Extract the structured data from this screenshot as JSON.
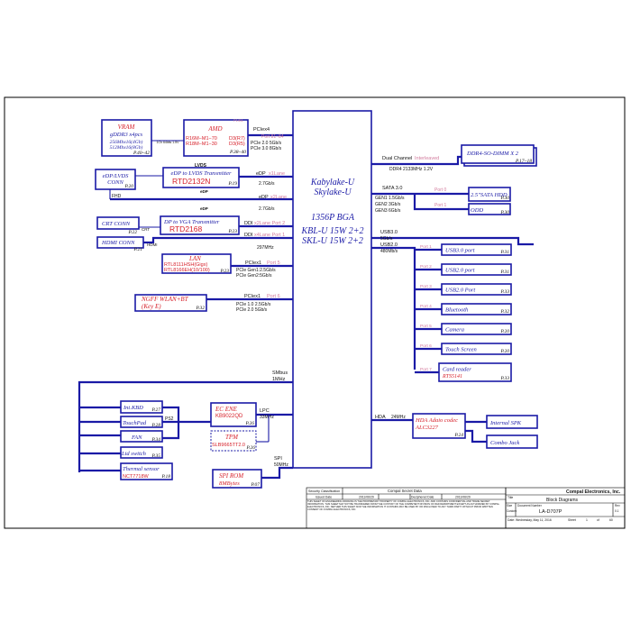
{
  "colors": {
    "line": "#1a1aa6",
    "title": "#1a1aa6",
    "part": "#d6202a",
    "port": "#d27b9d",
    "label": "#111111"
  },
  "cpu": {
    "title1": "Kabylake-U",
    "title2": "Skylake-U",
    "pkg": "1356P BGA",
    "sku1": "KBL-U 15W 2+2",
    "sku2": "SKL-U 15W 2+2"
  },
  "vram": {
    "title": "VRAM",
    "line2": "gDDR3 x4pcs",
    "line3": "256Mbx16(4Gb)",
    "line4": "512Mbx16(8Gb)",
    "page": "P.40~42"
  },
  "gpu": {
    "title": "AMD",
    "chip1": "R16M−M1−70",
    "chip2": "R18M−M1−30",
    "d1": "D3(R7)",
    "d2": "D3(R5)",
    "page": "P.38~40",
    "bw": "1Ch 64bits 1.5V",
    "ref": "P1/B1"
  },
  "pcie_gpu": {
    "l1": "PCIex4",
    "l2": "Port 81~84",
    "l3": "PCIe 2.0 5Gb/s",
    "l4": "PCIe 3.0 8Gb/s"
  },
  "edp_lvds": {
    "label": "eDP/LVDS",
    "label2": "CONN",
    "page": "P.20"
  },
  "lvds_tx": {
    "title": "eDP to LVDS Transmitter",
    "part": "RTD2132N",
    "page": "P.19",
    "lvds_lbl": "LVDS",
    "edp_lbl": "eDP",
    "port": "x1Lane",
    "rate": "2.7Gb/s",
    "edp2": "eDP",
    "port2": "x2Lane"
  },
  "fhd": {
    "label": "FHD",
    "edp_lbl": "eDP",
    "rate": "2.7Gb/s"
  },
  "crt": {
    "label": "CRT CONN",
    "page": "P.22",
    "crt_lbl": "CRT"
  },
  "vga_tx": {
    "title": "DP to VGA Transmitter",
    "part": "RTD2168",
    "page": "P.23",
    "ddi": "DDI",
    "port": "x2Lane Port 2"
  },
  "hdmi": {
    "label": "HDMI CONN",
    "page": "P.21",
    "hdmi_lbl": "HDMI",
    "ddi": "DDI",
    "port": "x4Lane Port 1",
    "freq": "297MHz"
  },
  "lan": {
    "title": "LAN",
    "part1": "RTL8111HSH(Gigx)",
    "part2": "RTL8166EH(10/100)",
    "page": "P.23",
    "l1": "PCIex1",
    "port": "Port 5",
    "l2": "PCIe Gen1:2.5Gb/s",
    "l3": "PCIe Gen2:5Gb/s"
  },
  "wlan": {
    "title": "NGFF WLAN+BT",
    "sub": "(Key E)",
    "page": "P.32",
    "l1": "PCIex1",
    "port": "Port 6",
    "l2": "PCIe 1.0 2.5Gb/s",
    "l3": "PCIe 2.0 5Gb/s"
  },
  "smbus": {
    "l1": "SMbus",
    "l2": "1MHz"
  },
  "kbd": {
    "label": "Int.KBD",
    "page": "P.27"
  },
  "touchpad": {
    "label": "TouchPad",
    "page": "P.28",
    "ps2": "PS2"
  },
  "fan": {
    "label": "FAN",
    "page": "P.34"
  },
  "lid": {
    "label": "Lid switch",
    "page": "P.35"
  },
  "thermal": {
    "label": "Thermal sensor",
    "part": "NCT7718W",
    "page": "P.18"
  },
  "ec": {
    "title": "EC ENE",
    "part": "KB9022QD",
    "page": "P.26",
    "lpc": "LPC",
    "lpc2": "33MHz"
  },
  "tpm": {
    "title": "TPM",
    "part": "SLB9665TT2.0",
    "page": "P.26"
  },
  "spirom": {
    "title": "SPI ROM",
    "sub": "8MBytes",
    "page": "P.07",
    "spi": "SPI",
    "spi2": "50MHz"
  },
  "ddr": {
    "l1": "Dual Channel",
    "l2": "Interleaved",
    "l3": "DDR4 2133MHz 1.2V",
    "title": "DDR4-SO-DIMM X 2",
    "page": "P.17~18"
  },
  "sata": {
    "label": "SATA 3.0",
    "g1": "GEN1 1.5Gb/s",
    "g2": "GEN2 3Gb/s",
    "g3": "GEN3 6Gb/s",
    "p0": "Port 0",
    "p1": "Port 1",
    "hdd": "2.5\"SATA HDD",
    "hdd_page": "P.30",
    "odd": "ODD",
    "odd_page": "P.30"
  },
  "usb": {
    "l1": "USB3.0",
    "l2": "5Gb/s",
    "l3": "USB2.0",
    "l4": "480Mb/s",
    "ports": [
      {
        "port": "Port 1",
        "label": "USB3.0 port",
        "page": "P.31"
      },
      {
        "port": "Port 2",
        "label": "USB2.0 port",
        "page": "P.31"
      },
      {
        "port": "Port 3",
        "label": "USB2.0 Port",
        "page": "P.33"
      },
      {
        "port": "Port 4",
        "label": "Bluetooth",
        "page": "P.32"
      },
      {
        "port": "Port 5",
        "label": "Camera",
        "page": "P.20"
      },
      {
        "port": "Port 6",
        "label": "Touch Screen",
        "page": "P.20"
      },
      {
        "port": "Port 7",
        "label": "Card reader",
        "part": "RTS5141",
        "page": "P.33"
      }
    ]
  },
  "hda": {
    "label": "HDA",
    "freq": "24MHz",
    "title": "HDA Adaio codec",
    "part": "ALC3227",
    "page": "P.24",
    "spk": "Internal SPK",
    "jack": "Combo Jack"
  },
  "titleblock": {
    "sec": "Security Classification",
    "secret": "Compal Secret Data",
    "issued": "Issued Date",
    "issued_val": "2011/06/29",
    "decip": "Deciphered Date",
    "decip_val": "2011/06/29",
    "notice": "THIS SHEET OF ENGINEERING DRAWING IS THE PROPRIETARY PROPERTY OF COMPAL ELECTRONICS, INC. AND CONTAINS CONFIDENTIAL AND TRADE SECRET INFORMATION. THIS SHEET MAY NOT BE TRANSFERED FROM THE CUSTODY OF THE COMPETENT DIVISION OF R&D DEPARTMENT EXCEPT AS AUTHORIZED BY COMPAL ELECTRONICS, INC. NEITHER THIS SHEET NOR THE INFORMATION IT CONTAINS MAY BE USED BY OR DISCLOSED TO ANY THIRD PARTY WITHOUT PRIOR WRITTEN CONSENT OF COMPAL ELECTRONICS, INC.",
    "company": "Compal Electronics, Inc.",
    "title_lbl": "Title",
    "title": "Block Diagrams",
    "size": "Size",
    "doc": "Document Number",
    "docnum": "LA-D707P",
    "rev": "Rev",
    "revval": "0.1",
    "custom": "Custom",
    "date": "Date: Wednesday, May 11, 2016",
    "sheet": "Sheet",
    "of": "of",
    "s1": "1",
    "s2": "60"
  }
}
